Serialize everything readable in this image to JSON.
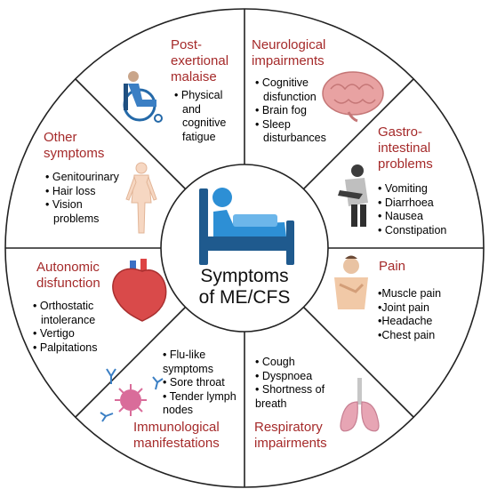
{
  "center": {
    "line1": "Symptoms",
    "line2": "of ME/CFS",
    "icon": "bed-patient-icon"
  },
  "colors": {
    "title": "#a52a2a",
    "ring": "#222222",
    "accent": "#2d8fd5"
  },
  "segments": [
    {
      "key": "pem",
      "title_lines": [
        "Post-",
        "exertional",
        "malaise"
      ],
      "items": [
        [
          "Physical",
          "and",
          "cognitive",
          "fatigue"
        ]
      ],
      "icon": "wheelchair-icon"
    },
    {
      "key": "neuro",
      "title_lines": [
        "Neurological",
        "impairments"
      ],
      "items": [
        [
          "Cognitive",
          "disfunction"
        ],
        [
          "Brain fog"
        ],
        [
          "Sleep",
          "disturbances"
        ]
      ],
      "icon": "brain-icon"
    },
    {
      "key": "gastro",
      "title_lines": [
        "Gastro-",
        "intestinal",
        "problems"
      ],
      "items": [
        [
          "Vomiting"
        ],
        [
          "Diarrhoea"
        ],
        [
          "Nausea"
        ],
        [
          "Constipation"
        ]
      ],
      "icon": "stomach-ache-icon"
    },
    {
      "key": "pain",
      "title_lines": [
        "Pain"
      ],
      "items": [
        [
          "Muscle pain"
        ],
        [
          "Joint pain"
        ],
        [
          "Headache"
        ],
        [
          "Chest pain"
        ]
      ],
      "icon": "person-pain-icon"
    },
    {
      "key": "resp",
      "title_lines": [
        "Respiratory",
        "impairments"
      ],
      "items": [
        [
          "Cough"
        ],
        [
          "Dyspnoea"
        ],
        [
          "Shortness of",
          "breath"
        ]
      ],
      "icon": "lungs-icon"
    },
    {
      "key": "immuno",
      "title_lines": [
        "Immunological",
        "manifestations"
      ],
      "items": [
        [
          "Flu-like",
          "symptoms"
        ],
        [
          "Sore throat"
        ],
        [
          "Tender lymph",
          "nodes"
        ]
      ],
      "icon": "virus-antibody-icon"
    },
    {
      "key": "auto",
      "title_lines": [
        "Autonomic",
        "disfunction"
      ],
      "items": [
        [
          "Orthostatic",
          "intolerance"
        ],
        [
          "Vertigo"
        ],
        [
          "Palpitations"
        ]
      ],
      "icon": "heart-icon"
    },
    {
      "key": "other",
      "title_lines": [
        "Other",
        "symptoms"
      ],
      "items": [
        [
          "Genitourinary"
        ],
        [
          "Hair loss"
        ],
        [
          "Vision",
          "problems"
        ]
      ],
      "icon": "body-icon"
    }
  ]
}
